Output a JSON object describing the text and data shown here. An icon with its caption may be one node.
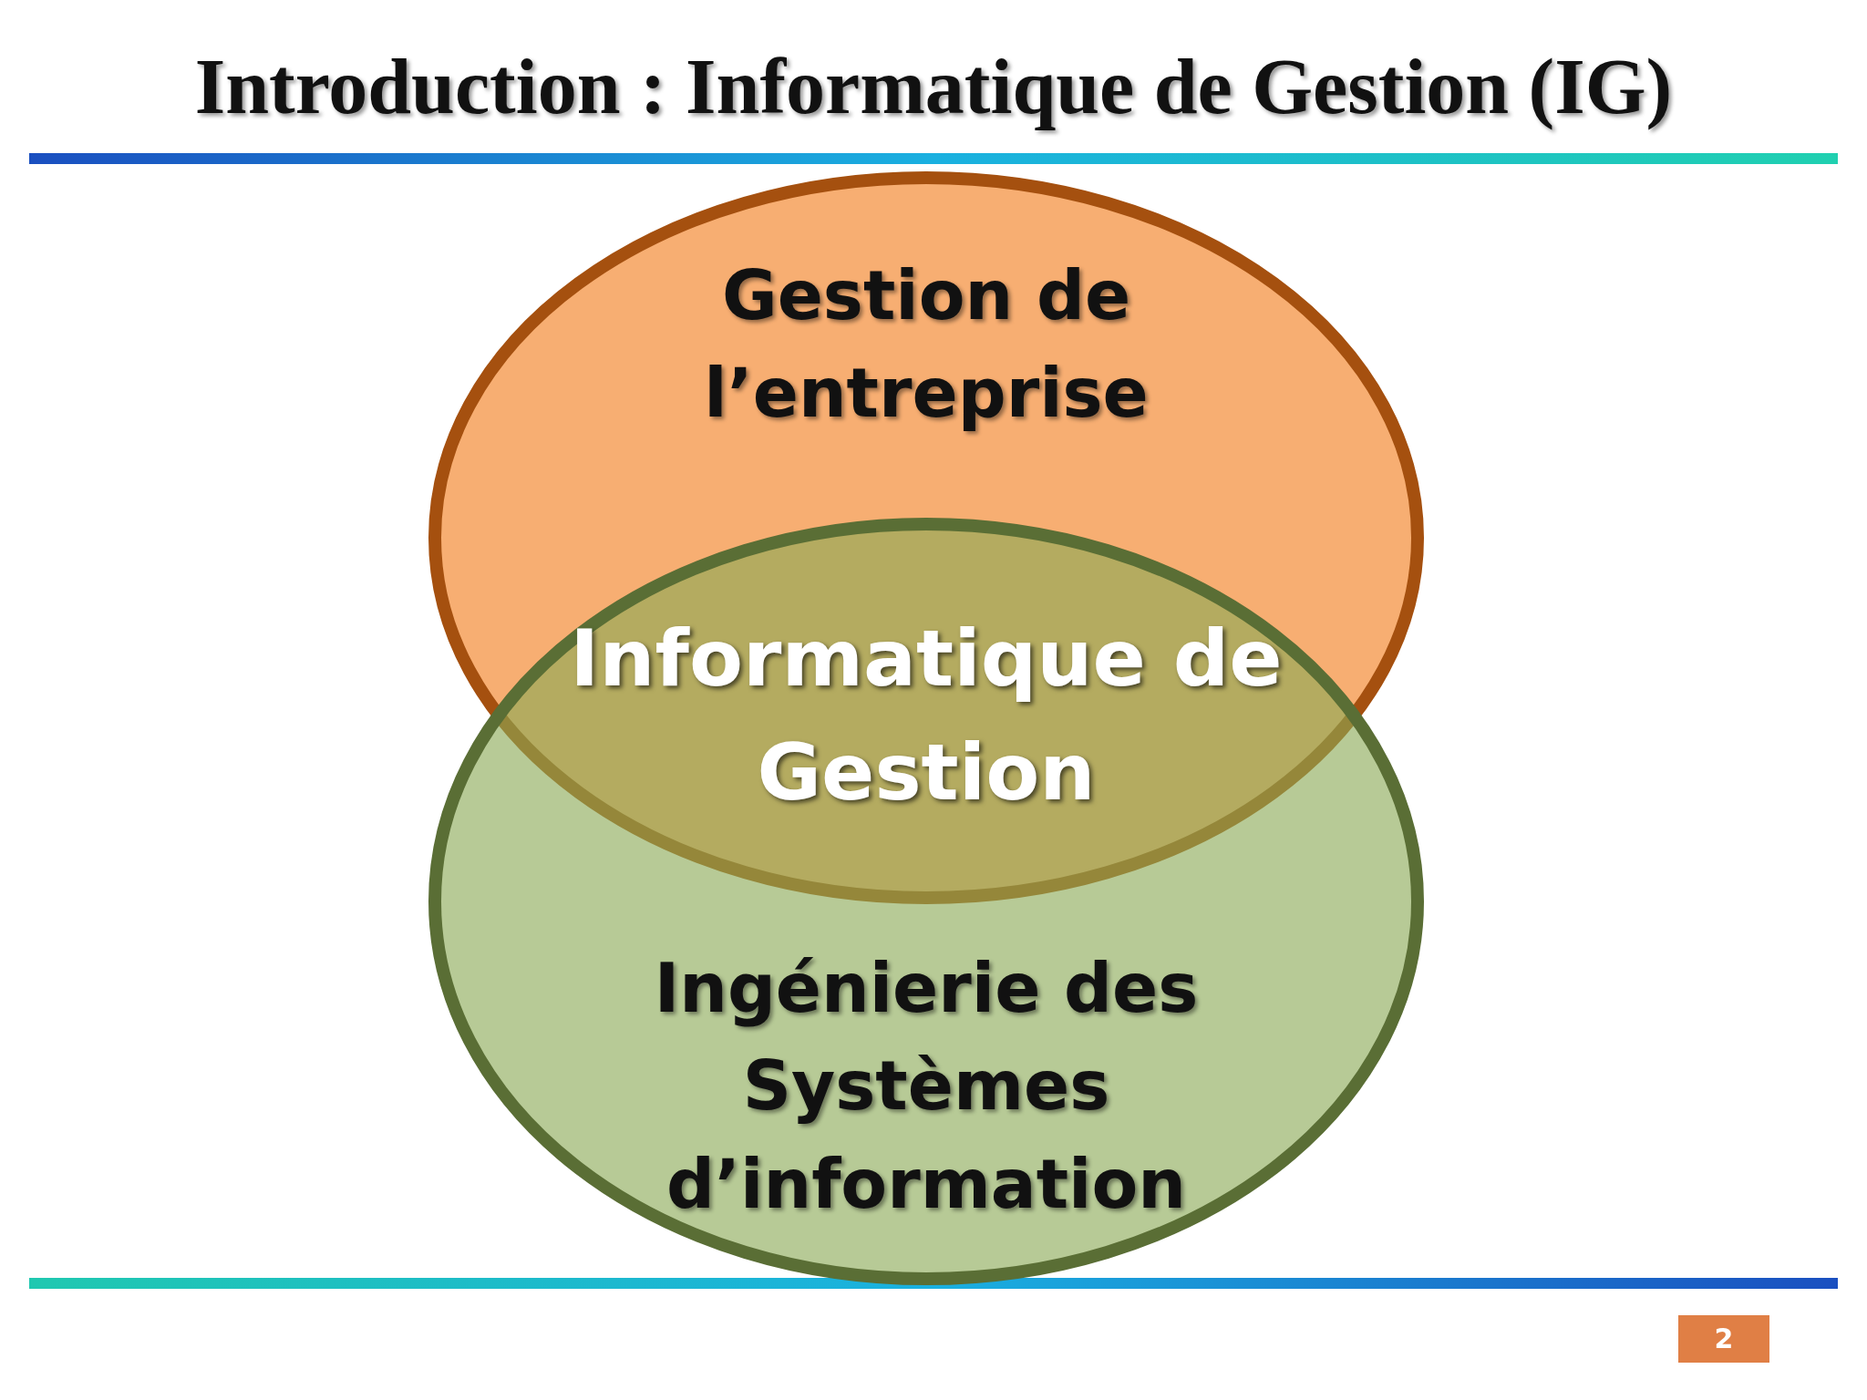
{
  "diagram": {
    "title": "Introduction : Informatique de Gestion (IG)",
    "nodes": [
      {
        "text": [
          "Gestion de l’entreprise"
        ]
      },
      {
        "text": [
          "Ingénierie des Systèmes d’information"
        ]
      },
      {
        "text": [
          "Informatique de Gestion"
        ]
      }
    ],
    "labels": [
      "2"
    ]
  }
}
